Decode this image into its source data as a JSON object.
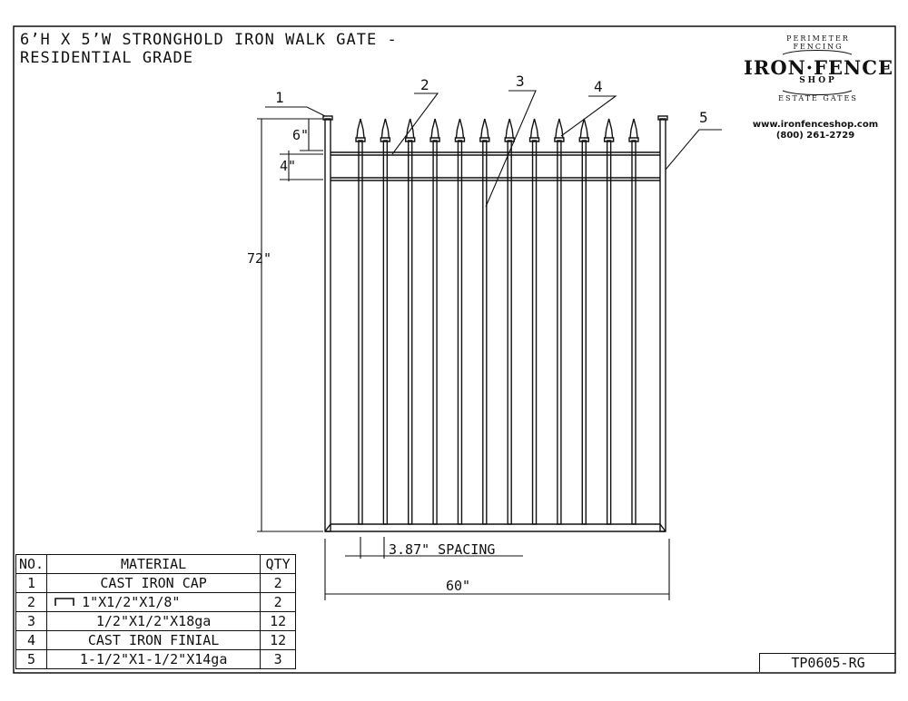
{
  "title": {
    "line1": "6’H X 5’W STRONGHOLD IRON WALK GATE -",
    "line2": "RESIDENTIAL GRADE"
  },
  "logo": {
    "arc_top": "PERIMETER FENCING",
    "name": "IRON·FENCE",
    "shop": "SHOP",
    "arc_bottom": "ESTATE GATES",
    "url": "www.ironfenceshop.com",
    "phone": "(800) 261-2729"
  },
  "dimensions": {
    "finial_height": "6\"",
    "rail_spacing": "4\"",
    "overall_height": "72\"",
    "picket_spacing": "3.87\" SPACING",
    "overall_width": "60\""
  },
  "callouts": [
    "1",
    "2",
    "3",
    "4",
    "5"
  ],
  "bom": {
    "headers": [
      "NO.",
      "MATERIAL",
      "QTY"
    ],
    "rows": [
      {
        "no": "1",
        "material": "CAST IRON CAP",
        "qty": "2"
      },
      {
        "no": "2",
        "material": "1\"X1/2\"X1/8\"",
        "qty": "2",
        "icon": "channel-icon"
      },
      {
        "no": "3",
        "material": "1/2\"X1/2\"X18ga",
        "qty": "12"
      },
      {
        "no": "4",
        "material": "CAST IRON FINIAL",
        "qty": "12"
      },
      {
        "no": "5",
        "material": "1-1/2\"X1-1/2\"X14ga",
        "qty": "3"
      }
    ]
  },
  "drawing_number": "TP0605-RG",
  "gate": {
    "pickets": 12,
    "line_color": "#111111"
  }
}
